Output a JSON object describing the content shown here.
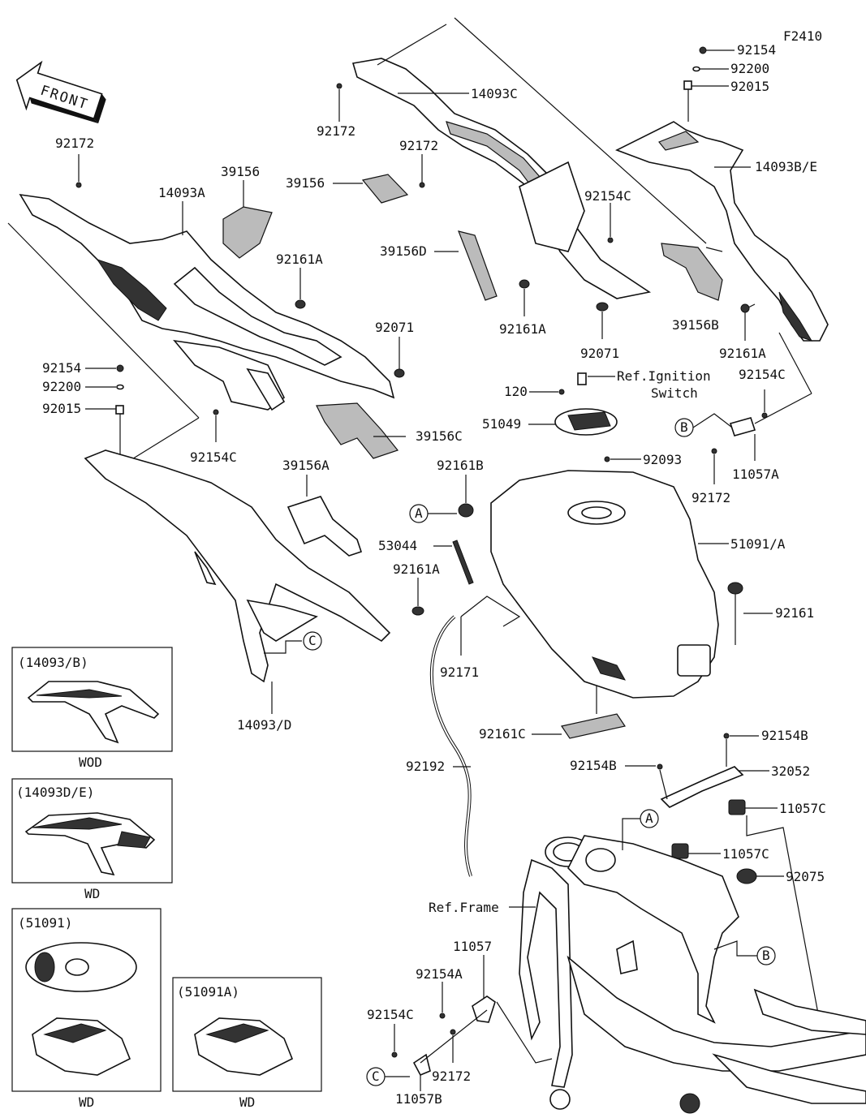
{
  "figure_code": "F2410",
  "front_arrow": "FRONT",
  "labels": {
    "p92154_tr": "92154",
    "p92200_tr": "92200",
    "p92015_tr": "92015",
    "p14093C": "14093C",
    "p92172_top": "92172",
    "p92172_mid": "92172",
    "p92172_left": "92172",
    "p14093BE": "14093B/E",
    "p14093A": "14093A",
    "p39156_a": "39156",
    "p39156_b": "39156",
    "p92154C_top": "92154C",
    "p39156D": "39156D",
    "p92161A_1": "92161A",
    "p92161A_2": "92161A",
    "p92161A_3": "92161A",
    "p92161A_4": "92161A",
    "p92071_1": "92071",
    "p92071_2": "92071",
    "p39156B": "39156B",
    "p92154_l": "92154",
    "p92200_l": "92200",
    "p92015_l": "92015",
    "p120": "120",
    "ref_ignition": "Ref.Ignition",
    "switch": "Switch",
    "p92154C_r": "92154C",
    "p51049": "51049",
    "p39156C": "39156C",
    "p92154C_l": "92154C",
    "p92093": "92093",
    "p11057A": "11057A",
    "p92172_r": "92172",
    "p39156A": "39156A",
    "p92161B": "92161B",
    "p51091A": "51091/A",
    "p53044": "53044",
    "p92161": "92161",
    "p92171": "92171",
    "p14093D": "14093/D",
    "p92161C": "92161C",
    "p92154B_r": "92154B",
    "p92154B_l": "92154B",
    "p32052": "32052",
    "p92192": "92192",
    "p11057C_1": "11057C",
    "p11057C_2": "11057C",
    "p92075": "92075",
    "ref_frame": "Ref.Frame",
    "p11057": "11057",
    "p92154A": "92154A",
    "p92154C_b": "92154C",
    "p92172_b": "92172",
    "p11057B": "11057B"
  },
  "callouts": {
    "A": "A",
    "B": "B",
    "C": "C"
  },
  "variants": [
    {
      "title": "(14093/B)",
      "code": "WOD"
    },
    {
      "title": "(14093D/E)",
      "code": "WD"
    },
    {
      "title": "(51091)",
      "code": "WD"
    },
    {
      "title": "(51091A)",
      "code": "WD"
    }
  ]
}
